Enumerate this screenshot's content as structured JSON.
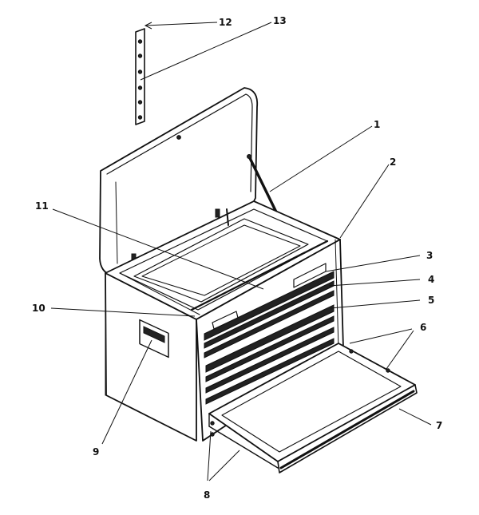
{
  "diagram": {
    "callouts": [
      {
        "id": "1",
        "label": "1"
      },
      {
        "id": "2",
        "label": "2"
      },
      {
        "id": "3",
        "label": "3"
      },
      {
        "id": "4",
        "label": "4"
      },
      {
        "id": "5",
        "label": "5"
      },
      {
        "id": "6",
        "label": "6"
      },
      {
        "id": "7",
        "label": "7"
      },
      {
        "id": "8a",
        "label": "8"
      },
      {
        "id": "8b",
        "label": "8"
      },
      {
        "id": "9",
        "label": "9"
      },
      {
        "id": "10",
        "label": "10"
      },
      {
        "id": "11",
        "label": "11"
      },
      {
        "id": "12",
        "label": "12"
      },
      {
        "id": "13",
        "label": "13"
      }
    ]
  }
}
